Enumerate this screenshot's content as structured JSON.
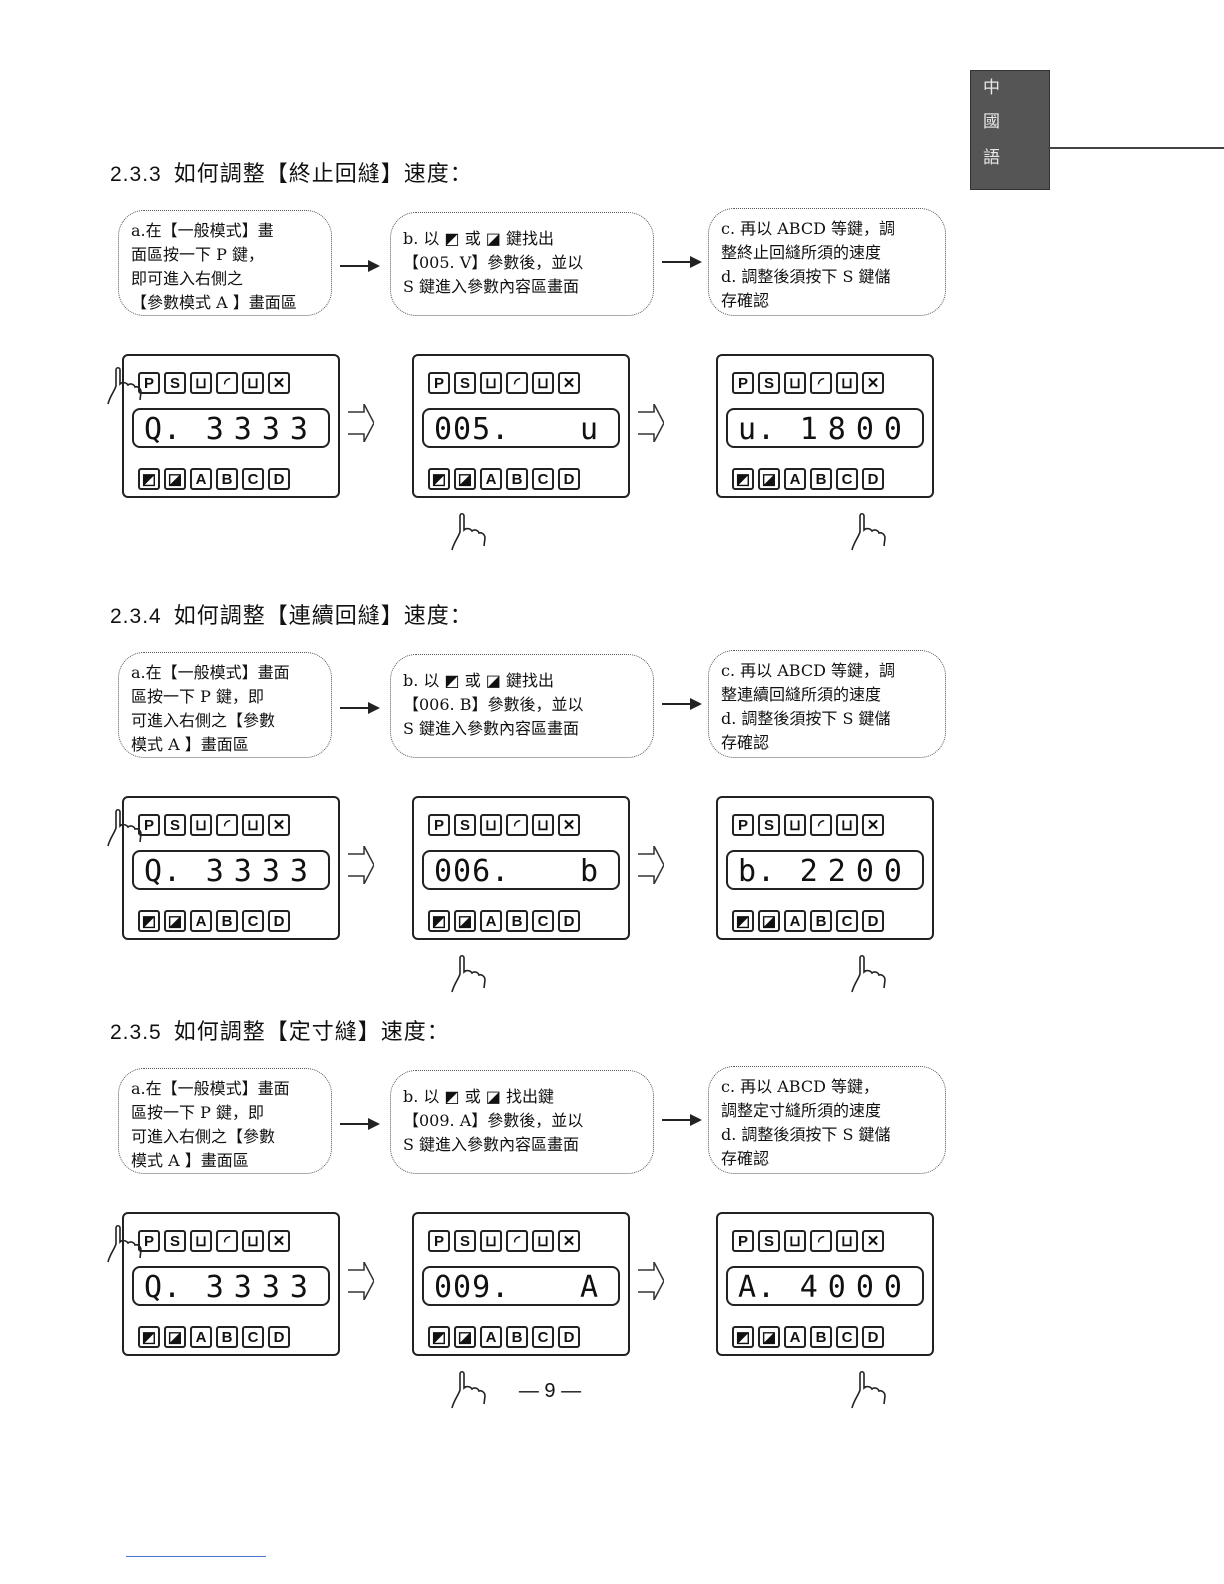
{
  "tab": {
    "chars": [
      "中",
      "國",
      "語"
    ]
  },
  "sections": [
    {
      "number": "2.3.3",
      "title": "如何調整【終止回縫】速度：",
      "step_a": [
        "a.在【一般模式】畫",
        "面區按一下 P 鍵，",
        "即可進入右側之",
        "【參數模式 A 】畫面區"
      ],
      "step_b": [
        "b. 以 ◩ 或 ◪ 鍵找出",
        "【005. V】參數後，並以",
        "S 鍵進入參數內容區畫面"
      ],
      "step_cd": [
        "c. 再以 ABCD 等鍵，調",
        "整終止回縫所須的速度",
        "d. 調整後須按下 S 鍵儲",
        "存確認"
      ],
      "lcd": [
        {
          "left": "Q.",
          "right": "3333"
        },
        {
          "left": "005.",
          "right": "u"
        },
        {
          "left": "u.",
          "right": "1800"
        }
      ]
    },
    {
      "number": "2.3.4",
      "title": "如何調整【連續回縫】速度：",
      "step_a": [
        "a.在【一般模式】畫面",
        "區按一下 P 鍵，即",
        "可進入右側之【參數",
        "模式 A 】畫面區"
      ],
      "step_b": [
        "b. 以 ◩ 或 ◪ 鍵找出",
        "【006. B】參數後，並以",
        "S 鍵進入參數內容區畫面"
      ],
      "step_cd": [
        "c. 再以 ABCD 等鍵，調",
        "整連續回縫所須的速度",
        "d. 調整後須按下 S 鍵儲",
        "存確認"
      ],
      "lcd": [
        {
          "left": "Q.",
          "right": "3333"
        },
        {
          "left": "006.",
          "right": "b"
        },
        {
          "left": "b.",
          "right": "2200"
        }
      ]
    },
    {
      "number": "2.3.5",
      "title": "如何調整【定寸縫】速度：",
      "step_a": [
        "a.在【一般模式】畫面",
        "區按一下 P 鍵，即",
        "可進入右側之【參數",
        "模式 A 】畫面區"
      ],
      "step_b": [
        "b. 以 ◩ 或 ◪ 找出鍵",
        "【009. A】參數後，並以",
        "S 鍵進入參數內容區畫面"
      ],
      "step_cd": [
        "c. 再以 ABCD 等鍵，",
        "調整定寸縫所須的速度",
        "d. 調整後須按下 S 鍵儲",
        "存確認"
      ],
      "lcd": [
        {
          "left": "Q.",
          "right": "3333"
        },
        {
          "left": "009.",
          "right": "A"
        },
        {
          "left": "A.",
          "right": "4000"
        }
      ]
    }
  ],
  "keys": {
    "top": [
      "P",
      "S"
    ],
    "bottom": [
      "A",
      "B",
      "C",
      "D"
    ]
  },
  "page_number": "— 9 —"
}
